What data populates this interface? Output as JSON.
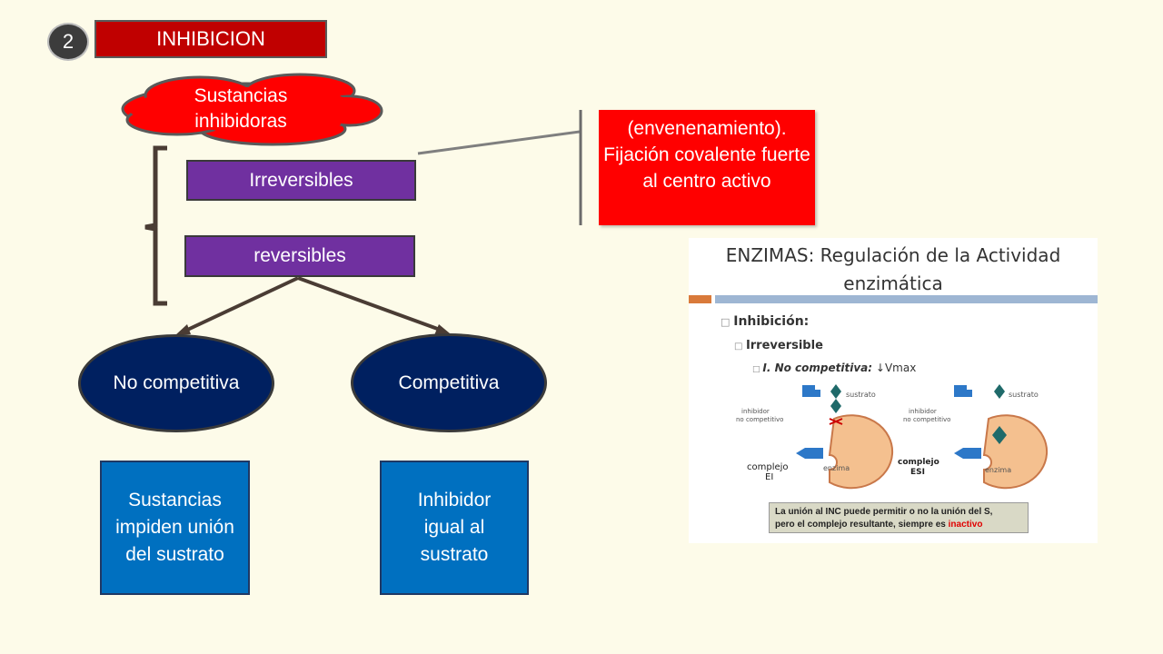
{
  "header": {
    "number": "2",
    "title": "INHIBICION"
  },
  "cloud": {
    "label": "Sustancias inhibidoras"
  },
  "branches": {
    "irreversible": "Irreversibles",
    "reversible": "reversibles"
  },
  "irreversible_note": "(envenenamiento). Fijación covalente fuerte al centro activo",
  "types": {
    "non_competitive": "No competitiva",
    "competitive": "Competitiva"
  },
  "descriptions": {
    "non_competitive": "Sustancias impiden unión del sustrato",
    "competitive": "Inhibidor igual al sustrato"
  },
  "embedded_slide": {
    "title": "ENZIMAS: Regulación de la Actividad enzimática",
    "bullet1": "Inhibición:",
    "bullet2": "Irreversible",
    "bullet3": "I. No competitiva:",
    "bullet3_suffix": "Vmax",
    "label_sustrato": "sustrato",
    "label_inhibidor": "inhibidor no competitivo",
    "label_complejo_ei": "complejo EI",
    "label_complejo_esi": "complejo ESI",
    "label_enzima": "enzima",
    "note_line1": "La unión al INC puede permitir o no la unión del S,",
    "note_line2": "pero el complejo resultante, siempre  es",
    "note_red": "inactivo"
  },
  "colors": {
    "background": "#fdfbe9",
    "title_red": "#c00000",
    "purple": "#7030a0",
    "note_red": "#ff0000",
    "navy": "#002060",
    "blue": "#0070c0"
  }
}
